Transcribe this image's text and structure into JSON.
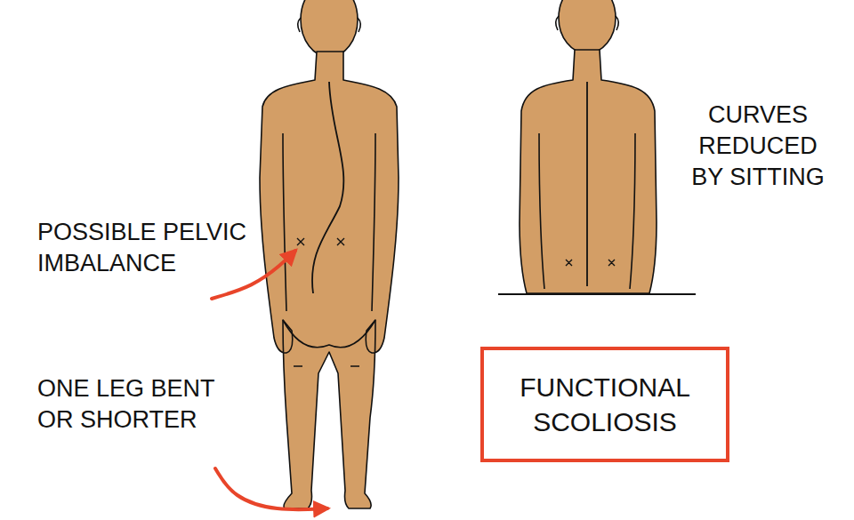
{
  "diagram": {
    "nodes": [
      {
        "text": [
          "FUNCTIONAL SCOLIOSIS"
        ]
      }
    ],
    "labels": [
      "POSSIBLE PELVIC IMBALANCE",
      "ONE LEG BENT OR SHORTER",
      "CURVES REDUCED BY SITTING"
    ]
  }
}
